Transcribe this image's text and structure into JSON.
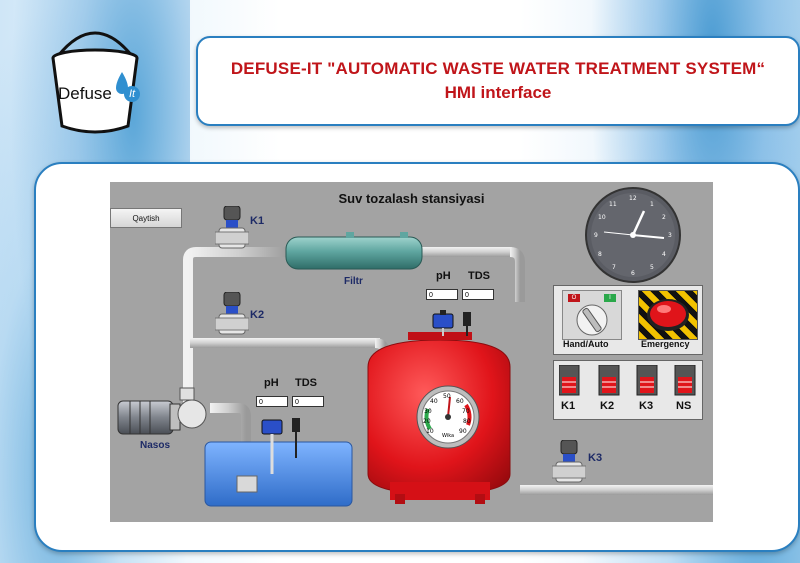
{
  "logo": {
    "text": "Defuse",
    "badge": "It"
  },
  "header": {
    "line1": "DEFUSE-IT \"AUTOMATIC WASTE WATER TREATMENT SYSTEM“",
    "line2": "HMI interface"
  },
  "panel": {
    "title": "Suv tozalash stansiyasi",
    "back_button": "Qaytish",
    "valves": {
      "k1": "K1",
      "k2": "K2",
      "k3": "K3"
    },
    "filter_label": "Filtr",
    "pump_label": "Nasos",
    "tank_sensors": {
      "ph_label": "pH",
      "tds_label": "TDS",
      "ph_value": "0",
      "tds_value": "0"
    },
    "basin_sensors": {
      "ph_label": "pH",
      "tds_label": "TDS",
      "ph_value": "0",
      "tds_value": "0"
    },
    "gauge": {
      "ticks": [
        "10",
        "20",
        "30",
        "40",
        "50",
        "60",
        "70",
        "80",
        "90"
      ],
      "brand": "Wika"
    },
    "clock": {
      "numbers": [
        "12",
        "1",
        "2",
        "3",
        "4",
        "5",
        "6",
        "7",
        "8",
        "9",
        "10",
        "11"
      ]
    },
    "controls": {
      "selector_off": "O",
      "selector_on": "I",
      "hand_auto_label": "Hand/Auto",
      "emergency_label": "Emergency"
    },
    "indicators": [
      {
        "label": "K1"
      },
      {
        "label": "K2"
      },
      {
        "label": "K3"
      },
      {
        "label": "NS"
      }
    ]
  },
  "colors": {
    "title_red": "#c0151a",
    "frame_blue": "#2a7fc0",
    "panel_gray": "#a3a3a3",
    "tank_red": "#e0141a",
    "filter_teal": "#5fa6a0",
    "basin_blue": "#4f8fe0"
  }
}
